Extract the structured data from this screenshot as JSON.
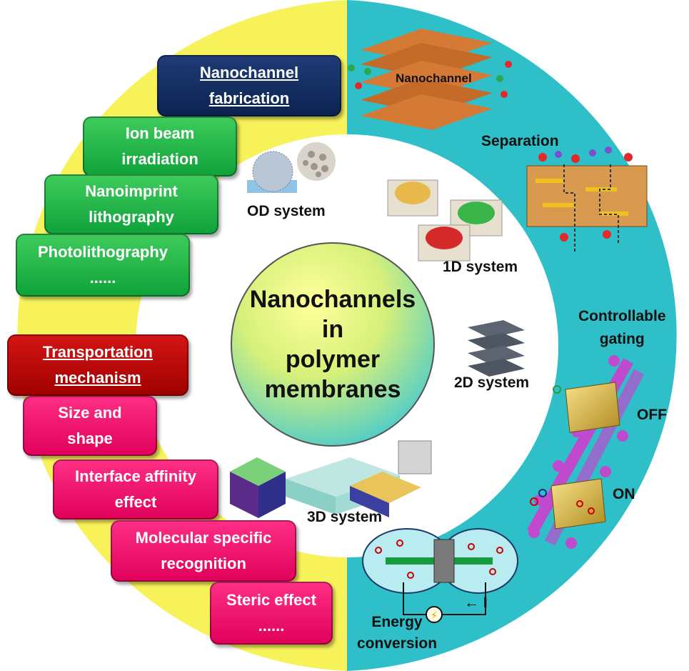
{
  "center_title": [
    "Nanochannels",
    "in",
    "polymer",
    "membranes"
  ],
  "fabrication": {
    "heading": [
      "Nanochannel",
      "fabrication"
    ],
    "items": [
      [
        "Ion beam",
        "irradiation"
      ],
      [
        "Nanoimprint",
        "lithography"
      ],
      [
        "Photolithography",
        "......"
      ]
    ]
  },
  "transport": {
    "heading": [
      "Transportation",
      "mechanism"
    ],
    "items": [
      [
        "Size and",
        "shape"
      ],
      [
        "Interface affinity",
        "effect"
      ],
      [
        "Molecular specific",
        "recognition"
      ],
      [
        "Steric effect",
        "......"
      ]
    ]
  },
  "systems": {
    "s0d": "OD system",
    "s1d": "1D system",
    "s2d": "2D system",
    "s3d": "3D system"
  },
  "applications": {
    "nanochannel": "Nanochannel",
    "separation": "Separation",
    "gating": [
      "Controllable",
      "gating"
    ],
    "off": "OFF",
    "on": "ON",
    "energy": [
      "Energy",
      "conversion"
    ],
    "current": "I"
  },
  "colors": {
    "left_half": "#f7f25a",
    "right_half": "#2fbfc9",
    "navy": "#0c2350",
    "green": "#12a83f",
    "red": "#b10000",
    "pink": "#ee0a68"
  }
}
